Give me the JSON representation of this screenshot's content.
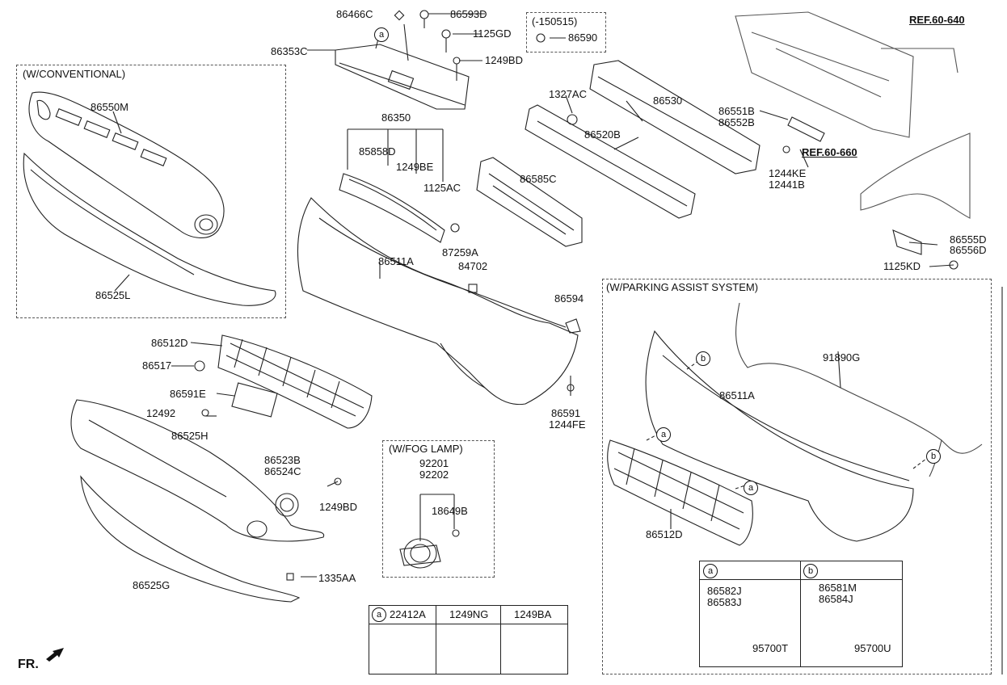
{
  "sections": {
    "conventional": "(W/CONVENTIONAL)",
    "parking": "(W/PARKING ASSIST SYSTEM)",
    "fog": "(W/FOG LAMP)",
    "date_range": "(-150515)"
  },
  "refs": {
    "ref1": "REF.60-640",
    "ref2": "REF.60-660"
  },
  "fr_label": "FR.",
  "circle_a": "a",
  "circle_b": "b",
  "parts": {
    "p86466C": "86466C",
    "p86593D": "86593D",
    "p86590": "86590",
    "p1125GD": "1125GD",
    "p86353C": "86353C",
    "p1249BD_top": "1249BD",
    "p86550M": "86550M",
    "p86525L": "86525L",
    "p86350": "86350",
    "p85858D": "85858D",
    "p1249BE": "1249BE",
    "p1125AC": "1125AC",
    "p87259A": "87259A",
    "p84702": "84702",
    "p86511A": "86511A",
    "p86585C": "86585C",
    "p1327AC": "1327AC",
    "p86530": "86530",
    "p86520B": "86520B",
    "p86551B": "86551B",
    "p86552B": "86552B",
    "p1244KE": "1244KE",
    "p12441B": "12441B",
    "p86555D": "86555D",
    "p86556D": "86556D",
    "p1125KD": "1125KD",
    "p86594": "86594",
    "p86591": "86591",
    "p1244FE": "1244FE",
    "p86512D": "86512D",
    "p86517": "86517",
    "p86591E": "86591E",
    "p12492": "12492",
    "p86525H": "86525H",
    "p86523B": "86523B",
    "p86524C": "86524C",
    "p1249BD_low": "1249BD",
    "p1335AA": "1335AA",
    "p86525G": "86525G",
    "p92201": "92201",
    "p92202": "92202",
    "p18649B": "18649B",
    "p91890G": "91890G",
    "p86511A_pas": "86511A",
    "p86512D_pas": "86512D",
    "p86582J": "86582J",
    "p86583J": "86583J",
    "p95700T": "95700T",
    "p86581M": "86581M",
    "p86584J": "86584J",
    "p95700U": "95700U"
  },
  "bottom_table": {
    "col1": "22412A",
    "col2": "1249NG",
    "col3": "1249BA"
  }
}
